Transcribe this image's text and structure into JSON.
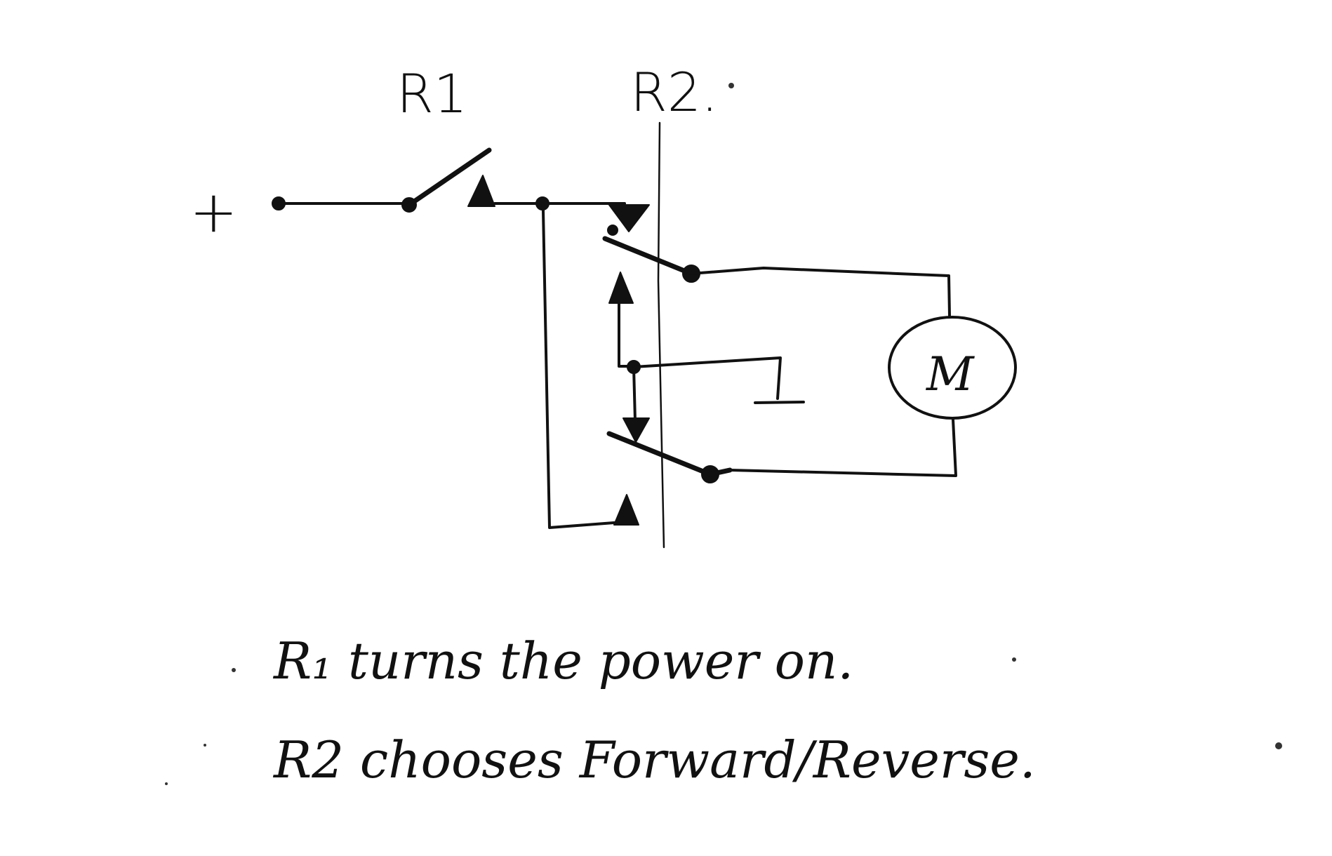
{
  "labels": {
    "relay1": "R1",
    "relay2": "R2.",
    "plus": "+",
    "motor": "M"
  },
  "notes": {
    "line1": "R₁ turns the power on.",
    "line2": "R2 chooses Forward/Reverse."
  }
}
